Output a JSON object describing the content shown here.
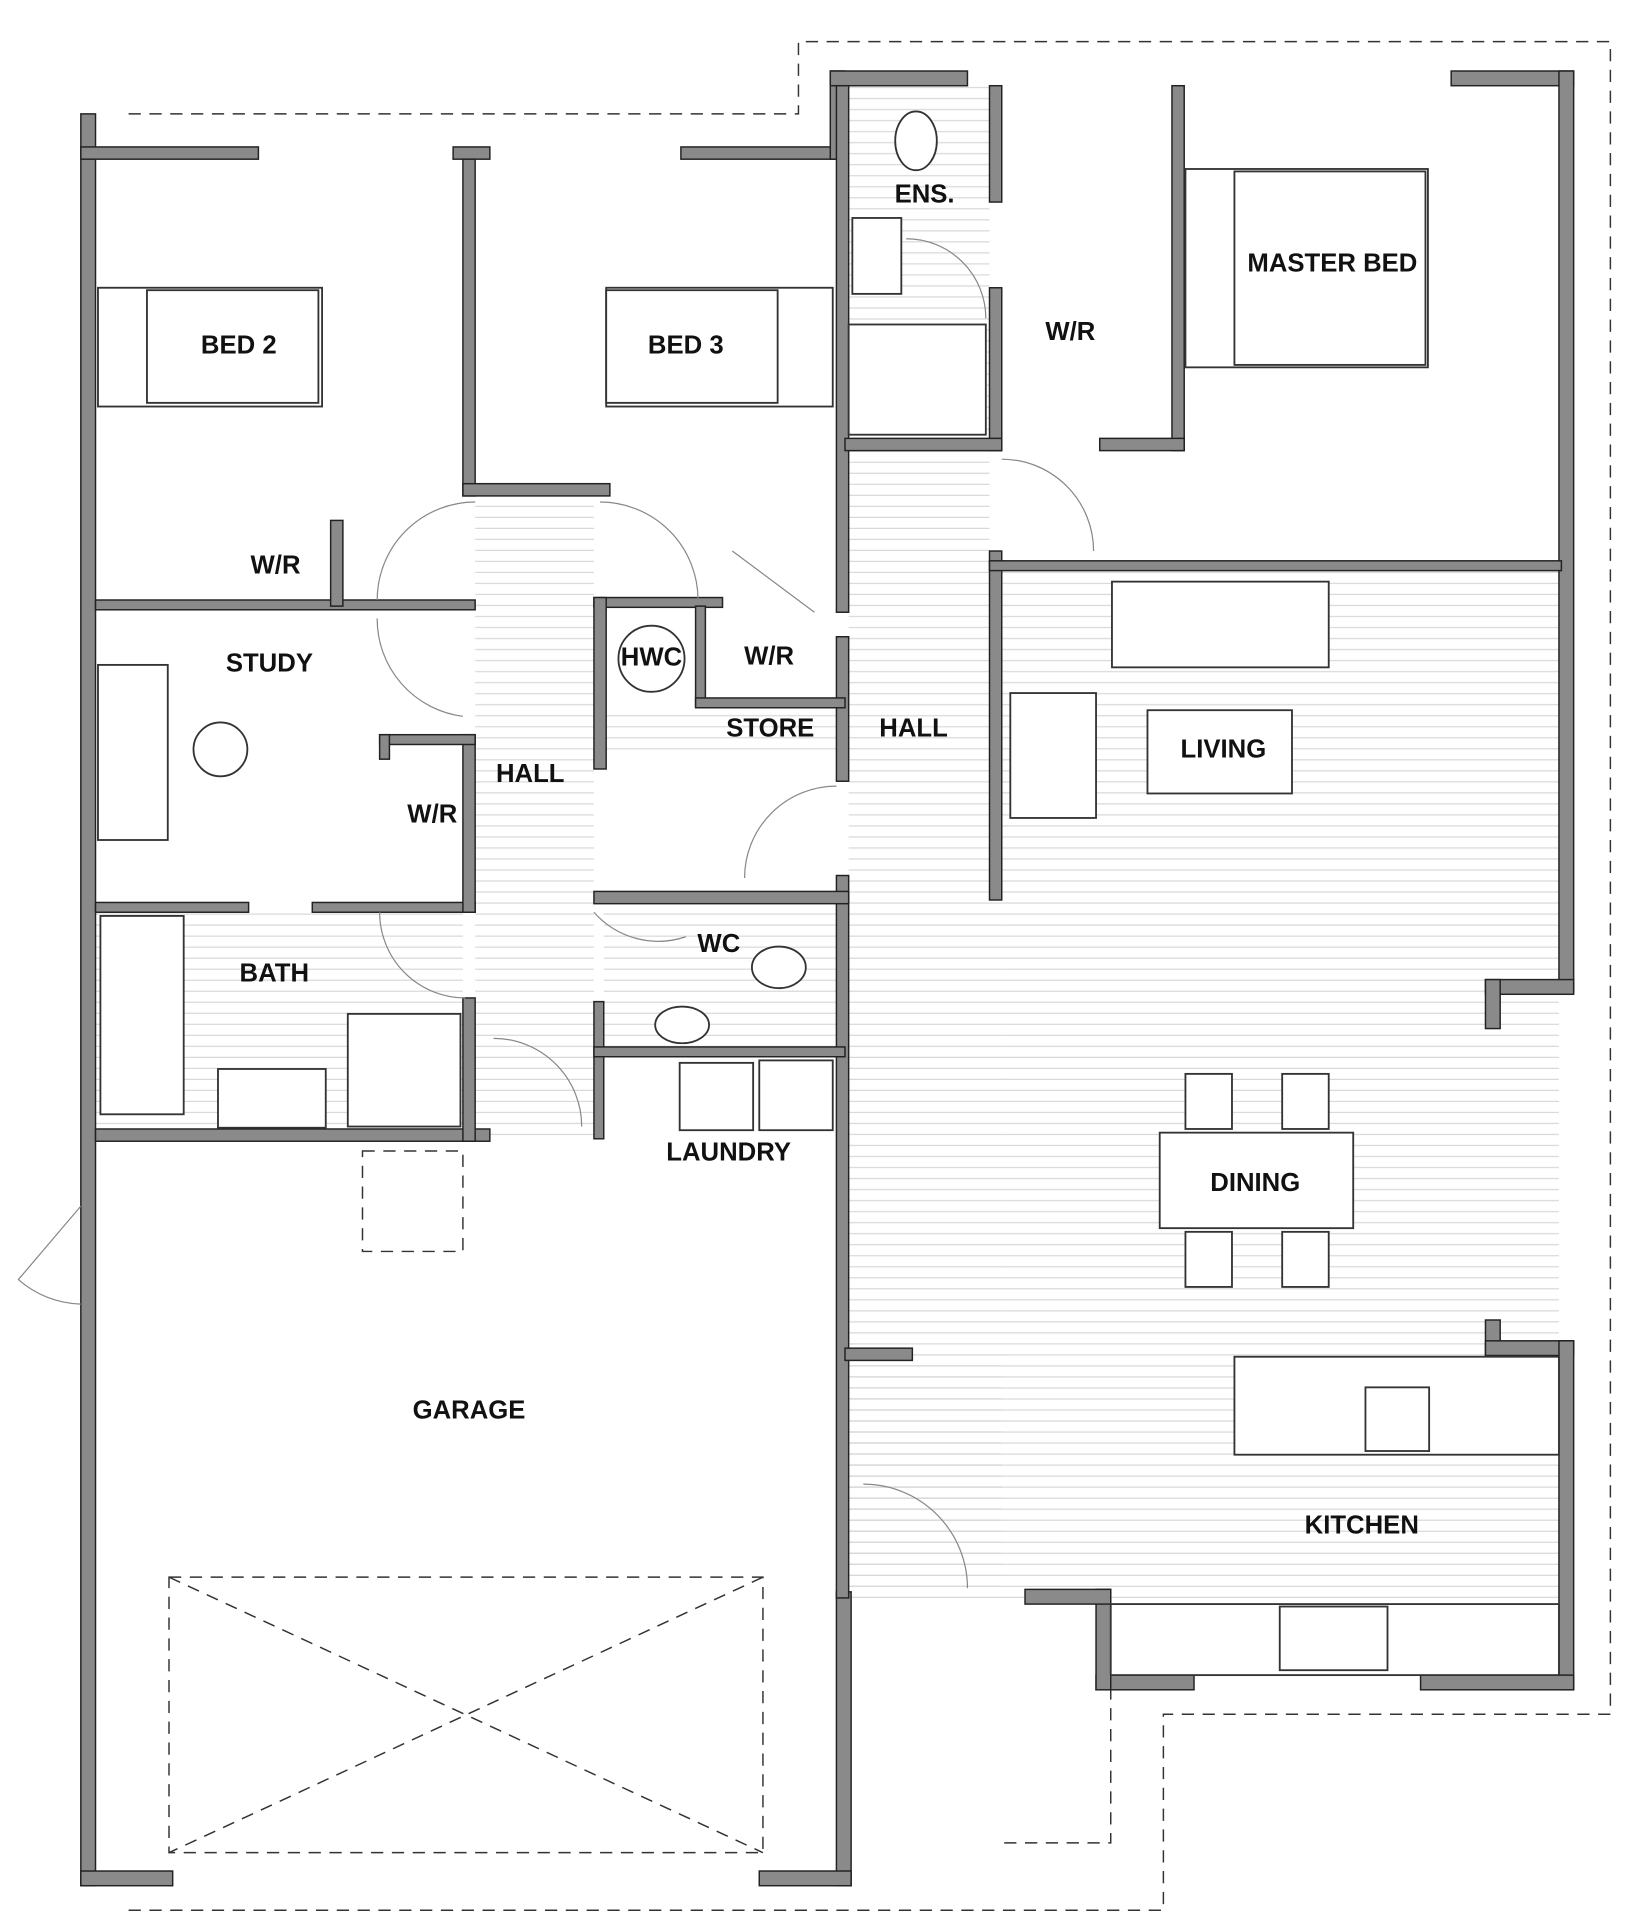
{
  "plan": {
    "rooms": {
      "bed2": "BED 2",
      "bed3": "BED 3",
      "ensuite": "ENS.",
      "master_wr": "W/R",
      "master_bed": "MASTER  BED",
      "bed2_wr": "W/R",
      "study": "STUDY",
      "hwc": "HWC",
      "store_wr": "W/R",
      "store": "STORE",
      "hall_right": "HALL",
      "living": "LIVING",
      "hall_left": "HALL",
      "study_wr": "W/R",
      "bath": "BATH",
      "wc": "WC",
      "laundry": "LAUNDRY",
      "dining": "DINING",
      "garage": "GARAGE",
      "kitchen": "KITCHEN"
    }
  },
  "colors": {
    "wall": "#8a8a8a",
    "line": "#222222"
  }
}
